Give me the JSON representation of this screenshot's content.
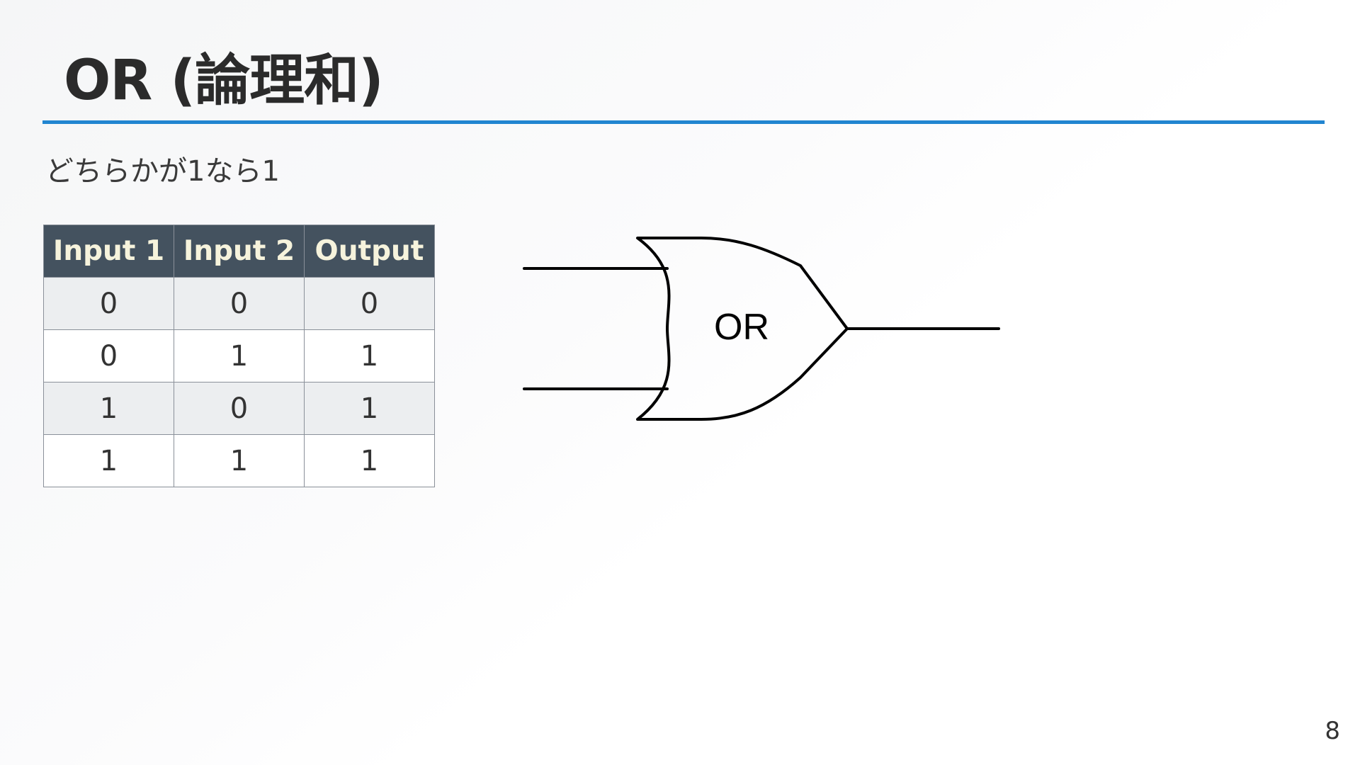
{
  "slide": {
    "title": "OR (論理和)",
    "subtitle": "どちらかが1なら1",
    "page_number": "8"
  },
  "accent_color": "#2185d0",
  "table_header_color": "#44525f",
  "truth_table": {
    "headers": [
      "Input 1",
      "Input 2",
      "Output"
    ],
    "rows": [
      [
        "0",
        "0",
        "0"
      ],
      [
        "0",
        "1",
        "1"
      ],
      [
        "1",
        "0",
        "1"
      ],
      [
        "1",
        "1",
        "1"
      ]
    ]
  },
  "gate": {
    "icon": "or-gate-icon",
    "label": "OR"
  }
}
